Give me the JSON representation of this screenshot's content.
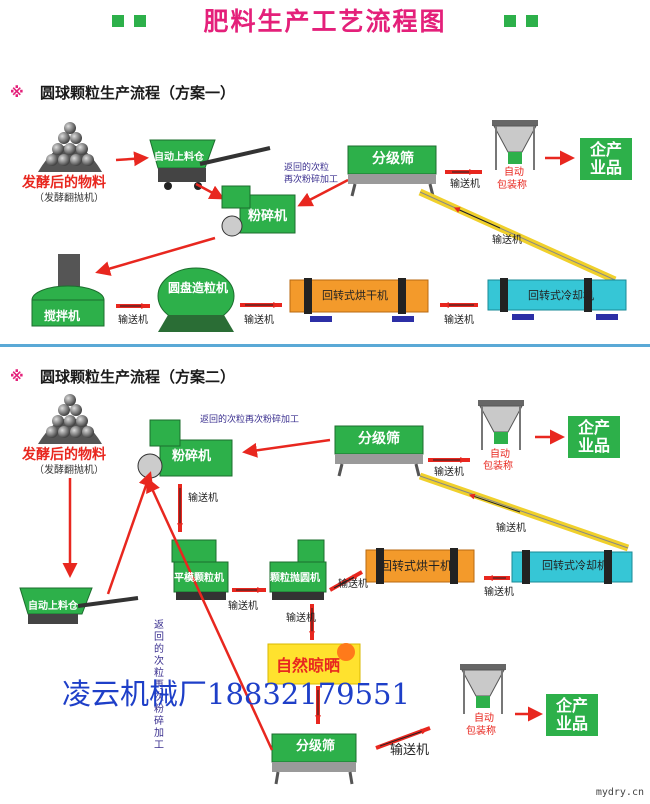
{
  "title": "肥料生产工艺流程图",
  "scheme1": {
    "mark": "※",
    "heading": "圆球颗粒生产流程（方案一）",
    "material": "发酵后的物料",
    "material_sub": "（发酵翻抛机）",
    "feeder": "自动上料仓",
    "crusher": "粉碎机",
    "return_note_1": "返回的次粒",
    "return_note_2": "再次粉碎加工",
    "screen": "分级筛",
    "conveyor": "输送机",
    "packer_1": "自动",
    "packer_2": "包装称",
    "product_1": "企产",
    "product_2": "业品",
    "mixer": "搅拌机",
    "granulator": "圆盘造粒机",
    "dryer": "回转式烘干机",
    "cooler": "回转式冷却机"
  },
  "scheme2": {
    "mark": "※",
    "heading": "圆球颗粒生产流程（方案二）",
    "material": "发酵后的物料",
    "material_sub": "（发酵翻抛机）",
    "crusher": "粉碎机",
    "return_note": "返回的次粒再次粉碎加工",
    "screen": "分级筛",
    "conveyor": "输送机",
    "packer_1": "自动",
    "packer_2": "包装称",
    "product_1": "企产",
    "product_2": "业品",
    "feeder": "自动上料仓",
    "flat_die": "平模颗粒机",
    "rounder": "颗粒抛圆机",
    "dryer": "回转式烘干机",
    "cooler": "回转式冷却机",
    "sun_dry": "自然晾晒",
    "return_side": "返回的次粒再次粉碎加工"
  },
  "watermark": "凌云机械厂18832179551",
  "site": "mydry.cn",
  "colors": {
    "title": "#e4207a",
    "green": "#2db04a",
    "red": "#e8271f",
    "orange": "#f39a2b",
    "cyan": "#36c6d6",
    "yellow": "#ffe22e"
  }
}
